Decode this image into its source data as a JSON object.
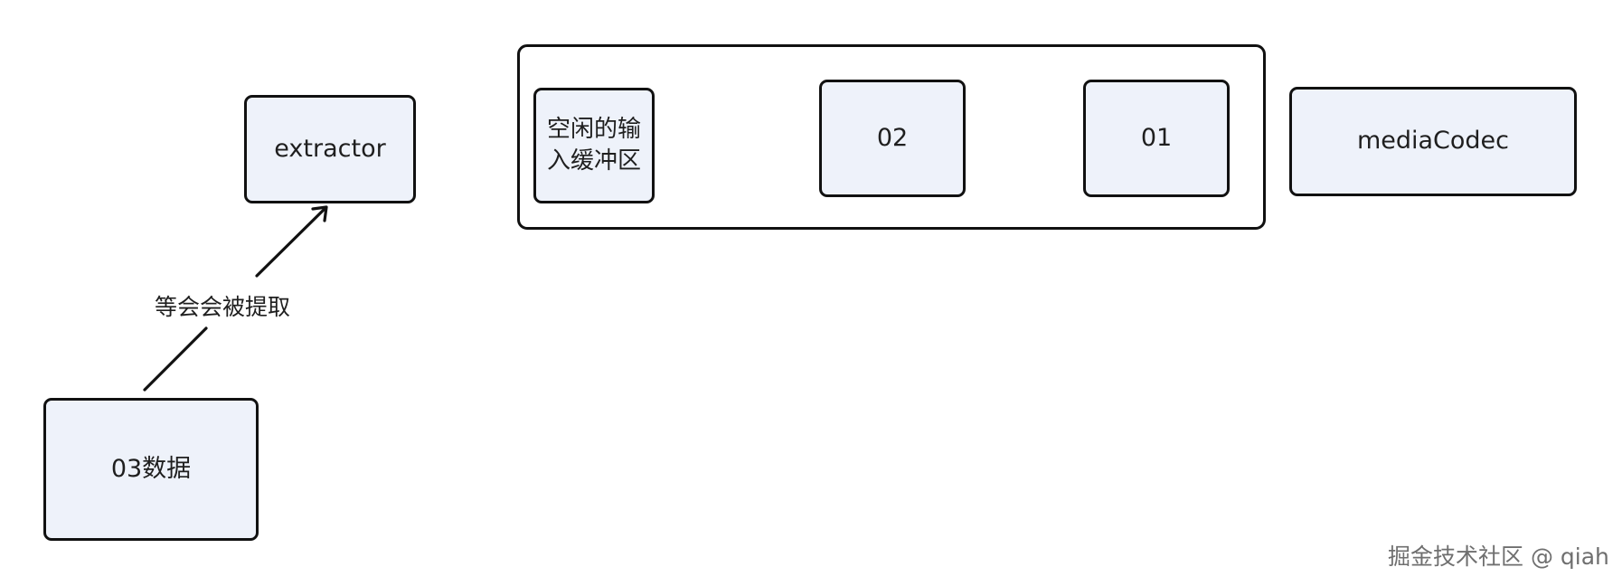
{
  "nodes": {
    "extractor": "extractor",
    "data03": "03数据",
    "free_input_buffer": "空闲的输入缓冲区",
    "buffer02": "02",
    "buffer01": "01",
    "media_codec": "mediaCodec"
  },
  "edges": {
    "wait_label": "等会会被提取"
  },
  "watermark": "掘金技术社区 @ qiah",
  "colors": {
    "node_fill": "#eef2fa",
    "stroke": "#111111"
  }
}
